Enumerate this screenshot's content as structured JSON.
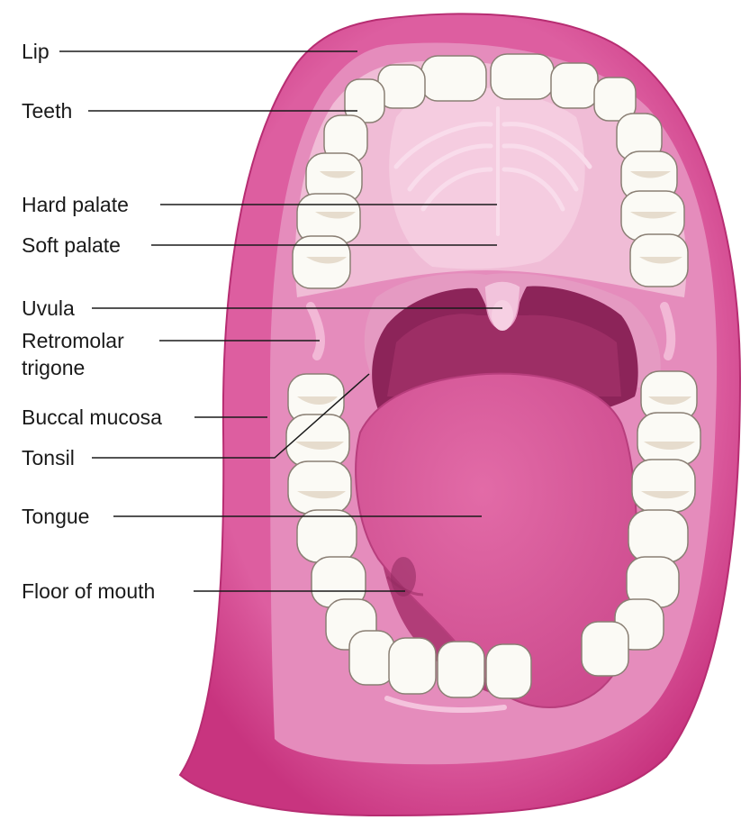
{
  "labels": {
    "lip": "Lip",
    "teeth": "Teeth",
    "hard_palate": "Hard palate",
    "soft_palate": "Soft palate",
    "uvula": "Uvula",
    "retromolar_1": "Retromolar",
    "retromolar_2": "trigone",
    "buccal_mucosa": "Buccal mucosa",
    "tonsil": "Tonsil",
    "tongue": "Tongue",
    "floor_of_mouth": "Floor of mouth"
  },
  "colors": {
    "lip_outer": "#c8347f",
    "lip_inner": "#dd5ea0",
    "buccal": "#e58cbc",
    "palate": "#f0bcd6",
    "palate_light": "#f6d3e4",
    "soft_palate_rim": "#e59ac2",
    "throat": "#8c2459",
    "throat_mid": "#a8356e",
    "tongue": "#d9579b",
    "tongue_edge": "#b83e7d",
    "floor": "#b13d78",
    "tooth": "#fbfaf5",
    "tooth_shade": "#e6dccd",
    "tooth_stroke": "#8a7f74"
  }
}
